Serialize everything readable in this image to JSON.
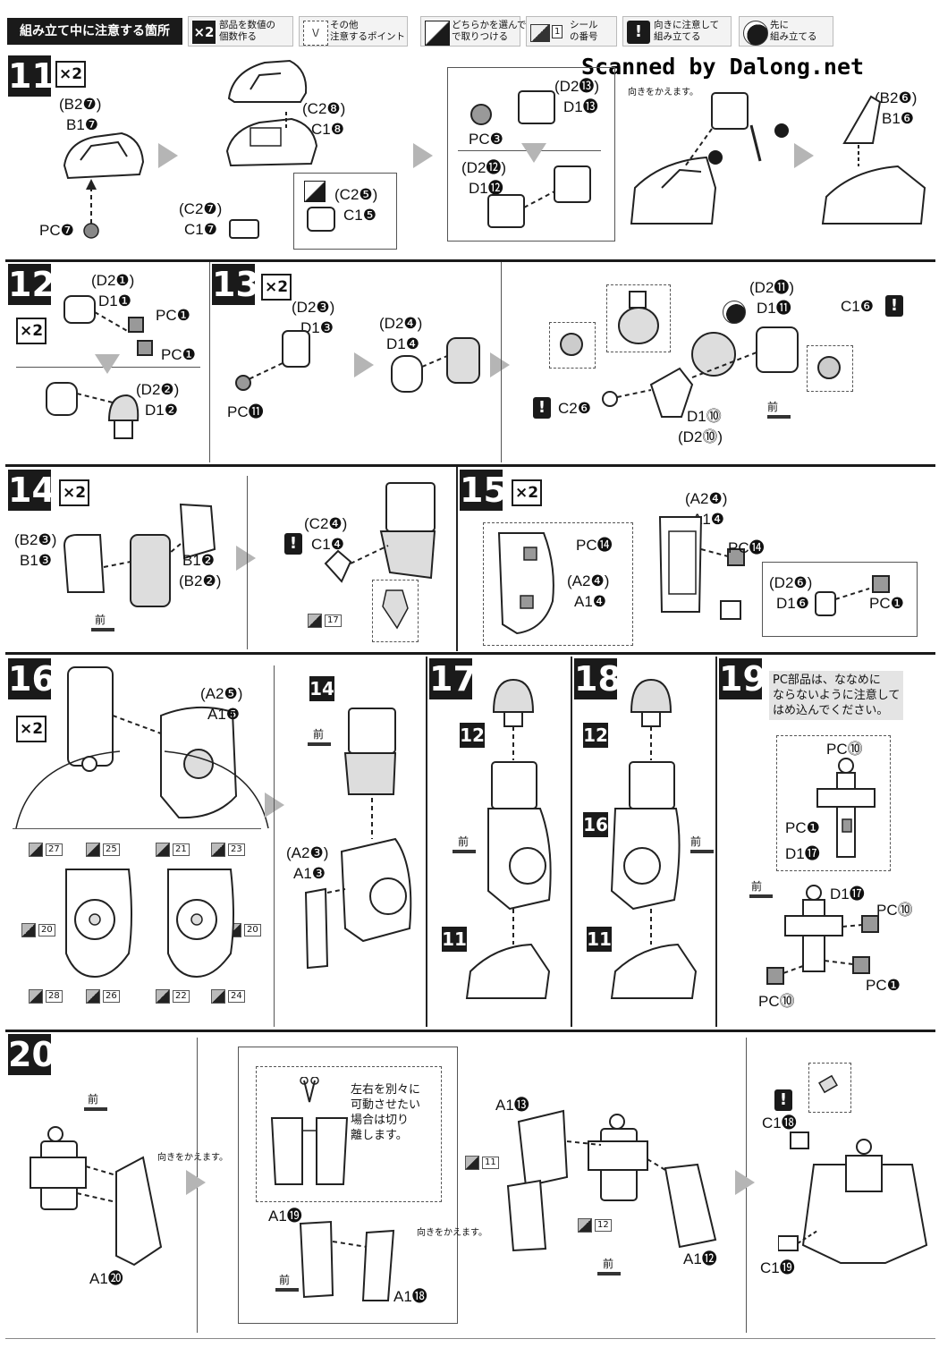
{
  "header": {
    "title": "組み立て中に注意する箇所",
    "legend": [
      {
        "icon": "multiplier-icon",
        "icon_text": "×2",
        "text": "部品を数値の\n個数作る"
      },
      {
        "icon": "other-points-icon",
        "icon_text": "\\/",
        "text": "その他\n注意するポイント"
      },
      {
        "icon": "choose-either-icon",
        "icon_text": "",
        "text": "どちらかを選んで\nで取りつける"
      },
      {
        "icon": "sticker-number-icon",
        "icon_text": "1",
        "text": "シール\nの番号"
      },
      {
        "icon": "warning-icon",
        "icon_text": "!",
        "text": "向きに注意して\n組み立てる"
      },
      {
        "icon": "assemble-first-icon",
        "icon_text": "",
        "text": "先に\n組み立てる"
      }
    ]
  },
  "watermark": "Scanned by Dalong.net",
  "steps": {
    "s11": {
      "num": "11",
      "mult": "×2",
      "labels": [
        "(B2❼)",
        "B1❼",
        "PC❼",
        "(C2❽)",
        "C1❽",
        "(C2❼)",
        "C1❼",
        "(C2❺)",
        "C1❺",
        "PC❸",
        "(D2⓭)",
        "D1⓭",
        "向きをかえます。",
        "(D2⓬)",
        "D1⓬",
        "(B2❻)",
        "B1❻"
      ]
    },
    "s12": {
      "num": "12",
      "mult": "×2",
      "labels": [
        "(D2❶)",
        "D1❶",
        "PC❶",
        "PC❶",
        "(D2❷)",
        "D1❷"
      ]
    },
    "s13": {
      "num": "13",
      "mult": "×2",
      "labels": [
        "(D2❸)",
        "D1❸",
        "PC⓫",
        "(D2❹)",
        "D1❹",
        "(D2⓫)",
        "D1⓫",
        "C1❻",
        "C2❻",
        "D1⓾",
        "(D2⓾)",
        "前"
      ]
    },
    "s14": {
      "num": "14",
      "mult": "×2",
      "labels": [
        "(B2❸)",
        "B1❸",
        "B1❷",
        "(B2❷)",
        "前",
        "(C2❹)",
        "C1❹",
        "17"
      ]
    },
    "s15": {
      "num": "15",
      "mult": "×2",
      "labels": [
        "PC⓮",
        "(A2❹)",
        "A1❹",
        "(A2❹)",
        "A1❹",
        "PC⓮",
        "(D2❻)",
        "D1❻",
        "PC❶"
      ]
    },
    "s16": {
      "num": "16",
      "mult": "×2",
      "labels": [
        "(A2❺)",
        "A1❺",
        "14",
        "前",
        "(A2❸)",
        "A1❸"
      ],
      "stickers": [
        "27",
        "25",
        "20",
        "28",
        "26",
        "21",
        "23",
        "20",
        "22",
        "24"
      ]
    },
    "s17": {
      "num": "17",
      "labels": [
        "12",
        "前",
        "11"
      ]
    },
    "s18": {
      "num": "18",
      "labels": [
        "12",
        "16",
        "前",
        "11"
      ]
    },
    "s19": {
      "num": "19",
      "note": "PC部品は、ななめに\nならないように注意して\nはめ込んでください。",
      "labels": [
        "PC⓾",
        "PC❶",
        "D1⓱",
        "前",
        "D1⓱",
        "PC⓾",
        "PC⓾",
        "PC❶"
      ]
    },
    "s20": {
      "num": "20",
      "labels": [
        "前",
        "向きをかえます。",
        "A1⓴",
        "左右を別々に\n可動させたい\n場合は切り\n離します。",
        "A1⓳",
        "前",
        "A1⓲",
        "A1⓭",
        "11",
        "12",
        "向きをかえます。",
        "前",
        "A1⓬",
        "C1⓲",
        "C1⓳"
      ]
    }
  },
  "colors": {
    "ink": "#1a1a1a",
    "arrow": "#b5b5b5",
    "paper": "#ffffff"
  }
}
